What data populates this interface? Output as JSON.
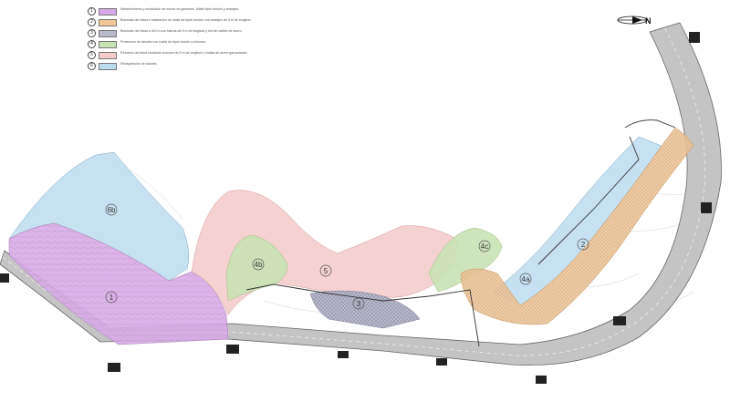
{
  "legend": [
    {
      "num": "1",
      "color": "#d9a8e8",
      "text": "Mantenimiento y sustitución de muros de gaviones. Malla triple torsión y anclajes."
    },
    {
      "num": "2",
      "color": "#f2c595",
      "text": "Bulonado del talud e instalación de malla de triple torsión con anclajes de 4 m de longitud."
    },
    {
      "num": "3",
      "color": "#b9b9cc",
      "text": "Bulonado del talud a 4x2 m con barras de 6 m de longitud y red de cables de acero."
    },
    {
      "num": "4",
      "color": "#c9e2b4",
      "text": "Protección de taludes con malla de triple torsión y bulones."
    },
    {
      "num": "5",
      "color": "#f4cccc",
      "text": "Refuerzo del talud mediante bulones de 6 m de longitud y mallas de acero galvanizado."
    },
    {
      "num": "6",
      "color": "#bcdcee",
      "text": "Revegetación de taludes."
    }
  ],
  "zones": {
    "z1": "1",
    "z2": "2",
    "z3": "3",
    "z4a": "4a",
    "z4b": "4b",
    "z4c": "4c",
    "z5": "5",
    "z6b": "6b"
  },
  "north": "N",
  "colors": {
    "road": "#bdbdbd",
    "zone1": "#d9a8e8",
    "zone2": "#f2c595",
    "zone3": "#b9b9cc",
    "zone4": "#c9e2b4",
    "zone5": "#f4cccc",
    "zone6": "#bcdcee"
  }
}
